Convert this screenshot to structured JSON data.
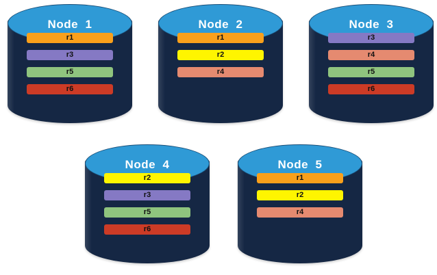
{
  "diagram": {
    "type": "database-replication-distribution",
    "background_color": "#ffffff",
    "node_colors": {
      "cylinder_body": "#152744",
      "cylinder_top": "#2f9ad6",
      "title_text": "#ffffff",
      "record_label_text": "#111111"
    },
    "record_colors": {
      "r1": "#F9A01B",
      "r2": "#FFF500",
      "r3": "#8579C4",
      "r4": "#E58A70",
      "r5": "#8FC47E",
      "r6": "#CC3B26"
    },
    "nodes": [
      {
        "id": "node-1",
        "title": "Node  1",
        "records": [
          {
            "label": "r1",
            "color": "#F9A01B"
          },
          {
            "label": "r3",
            "color": "#8579C4"
          },
          {
            "label": "r5",
            "color": "#8FC47E"
          },
          {
            "label": "r6",
            "color": "#CC3B26"
          }
        ]
      },
      {
        "id": "node-2",
        "title": "Node  2",
        "records": [
          {
            "label": "r1",
            "color": "#F9A01B"
          },
          {
            "label": "r2",
            "color": "#FFF500"
          },
          {
            "label": "r4",
            "color": "#E58A70"
          }
        ]
      },
      {
        "id": "node-3",
        "title": "Node  3",
        "records": [
          {
            "label": "r3",
            "color": "#8579C4"
          },
          {
            "label": "r4",
            "color": "#E58A70"
          },
          {
            "label": "r5",
            "color": "#8FC47E"
          },
          {
            "label": "r6",
            "color": "#CC3B26"
          }
        ]
      },
      {
        "id": "node-4",
        "title": "Node  4",
        "records": [
          {
            "label": "r2",
            "color": "#FFF500"
          },
          {
            "label": "r3",
            "color": "#8579C4"
          },
          {
            "label": "r5",
            "color": "#8FC47E"
          },
          {
            "label": "r6",
            "color": "#CC3B26"
          }
        ]
      },
      {
        "id": "node-5",
        "title": "Node  5",
        "records": [
          {
            "label": "r1",
            "color": "#F9A01B"
          },
          {
            "label": "r2",
            "color": "#FFF500"
          },
          {
            "label": "r4",
            "color": "#E58A70"
          }
        ]
      }
    ]
  }
}
